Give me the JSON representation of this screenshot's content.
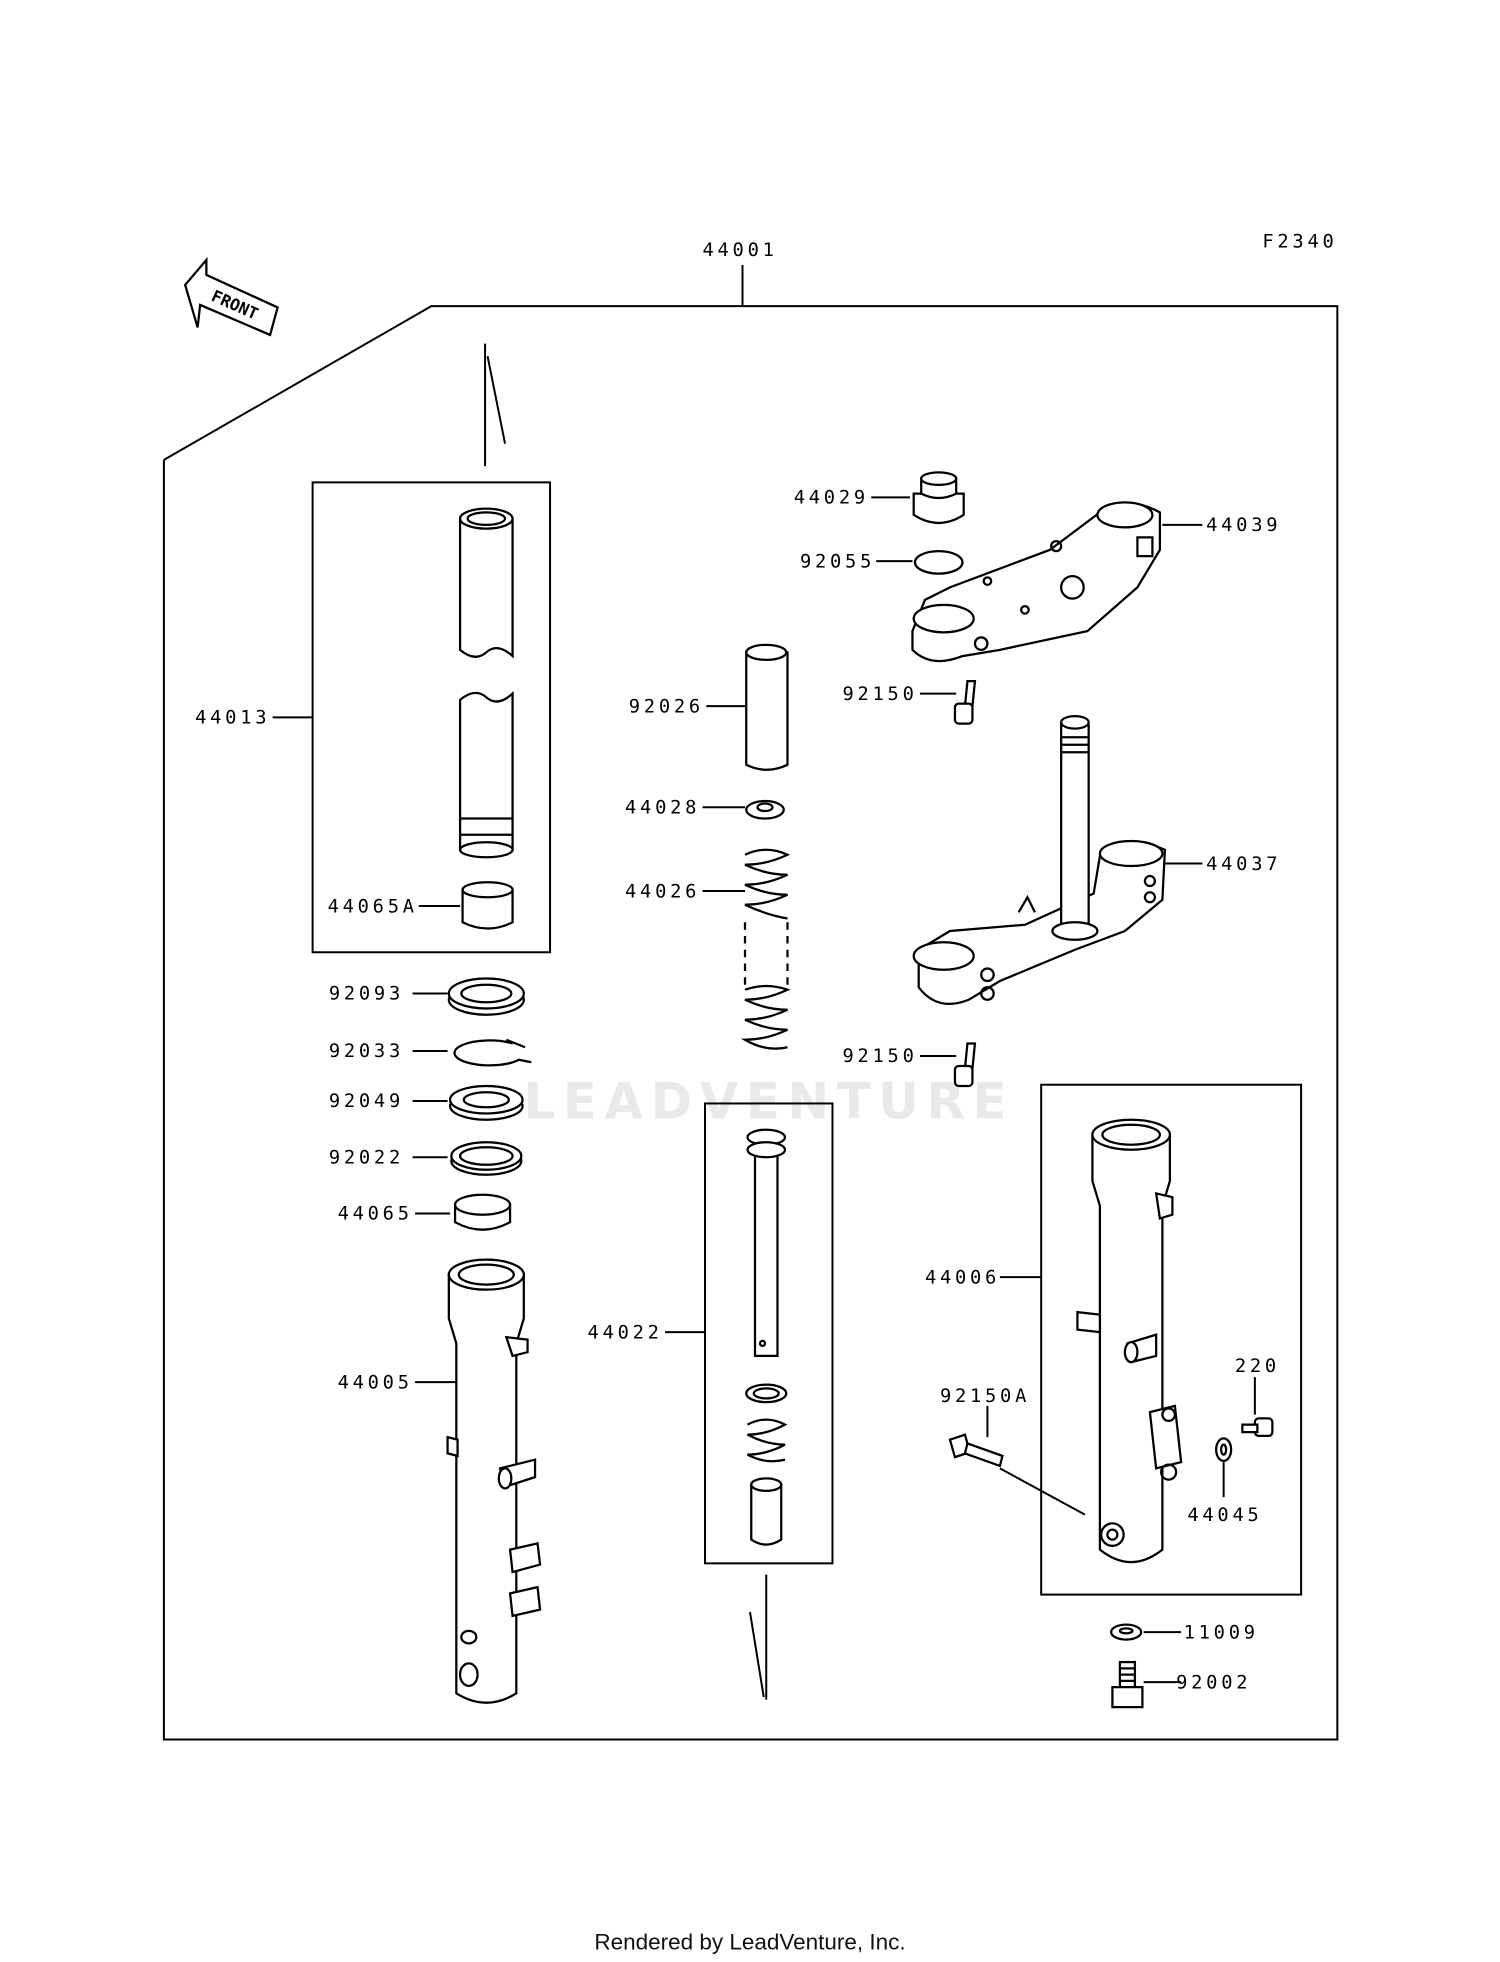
{
  "diagram": {
    "code": "F2340",
    "front_label": "FRONT",
    "watermark": "LEADVENTURE",
    "footer": "Rendered by LeadVenture, Inc.",
    "parts": {
      "p44001": "44001",
      "p44013": "44013",
      "p44065A": "44065A",
      "p92093": "92093",
      "p92033": "92033",
      "p92049": "92049",
      "p92022": "92022",
      "p44065": "44065",
      "p44005": "44005",
      "p92026": "92026",
      "p44028": "44028",
      "p44026": "44026",
      "p44022": "44022",
      "p44029": "44029",
      "p92055": "92055",
      "p44039": "44039",
      "p92150a": "92150",
      "p44037": "44037",
      "p92150b": "92150",
      "p44006": "44006",
      "p92150A": "92150A",
      "p220": "220",
      "p44045": "44045",
      "p11009": "11009",
      "p92002": "92002"
    }
  }
}
